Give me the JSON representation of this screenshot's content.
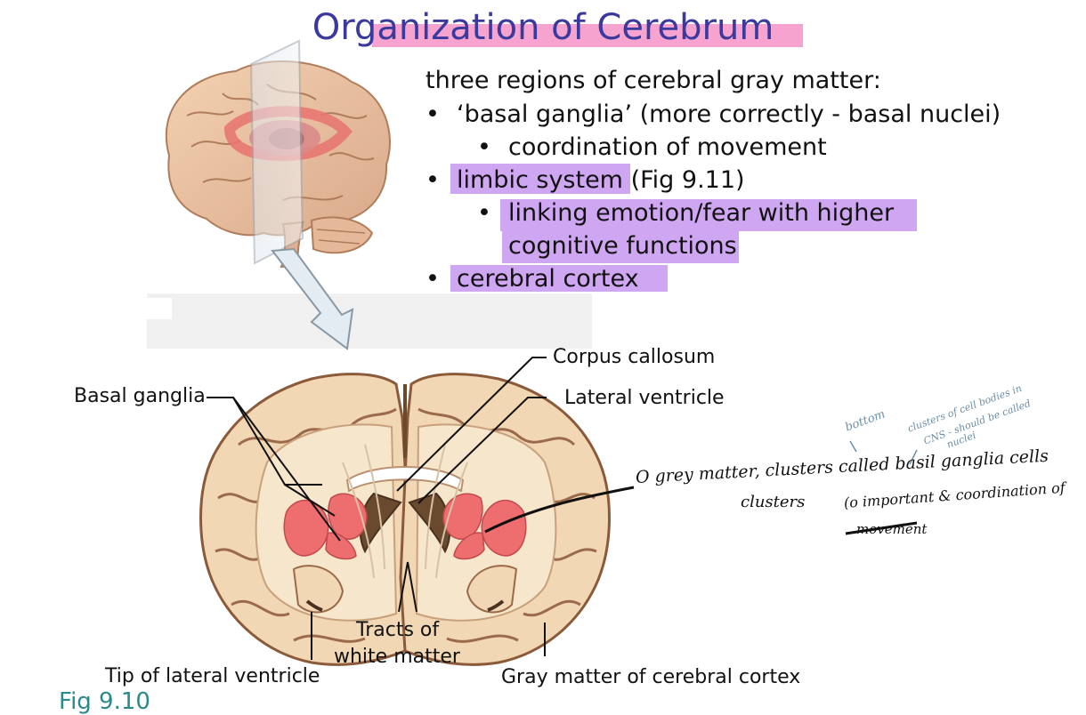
{
  "slide": {
    "title": "Organization of Cerebrum",
    "intro": "three regions of cerebral gray matter:",
    "bullets": [
      {
        "marker": "•",
        "text": "‘basal ganglia’ (more correctly - basal nuclei)"
      },
      {
        "marker": "•",
        "text": "coordination of movement"
      },
      {
        "marker": "•",
        "text": "limbic system (Fig 9.11)"
      },
      {
        "marker": "•",
        "text": "linking emotion/fear with higher"
      },
      {
        "text": "cognitive functions"
      },
      {
        "marker": "•",
        "text": "cerebral cortex"
      }
    ],
    "fig_caption": "Fig 9.10"
  },
  "diagram": {
    "labels": {
      "corpus_callosum": "Corpus callosum",
      "lateral_ventricle": "Lateral ventricle",
      "basal_ganglia": "Basal ganglia",
      "tracts_line1": "Tracts of",
      "tracts_line2": "white matter",
      "tip_lateral_ventricle": "Tip of lateral ventricle",
      "gray_matter_cortex": "Gray matter of cerebral cortex"
    }
  },
  "handwriting": {
    "note_line1": "O grey matter, clusters called basil ganglia cells",
    "note_line2": "clusters",
    "note_line3": "(o important & coordination of",
    "note_line4": "movement",
    "side_note1": "bottom",
    "side_note2": "clusters of cell bodies in",
    "side_note3": "CNS - should be called",
    "side_note4": "nuclei"
  },
  "colors": {
    "title": "#3a3a9e",
    "title_highlight": "#f6a3cf",
    "purple_highlight": "#cfa6f2",
    "basal_ganglia_fill": "#ee6e70",
    "caption": "#2a8a8a"
  }
}
